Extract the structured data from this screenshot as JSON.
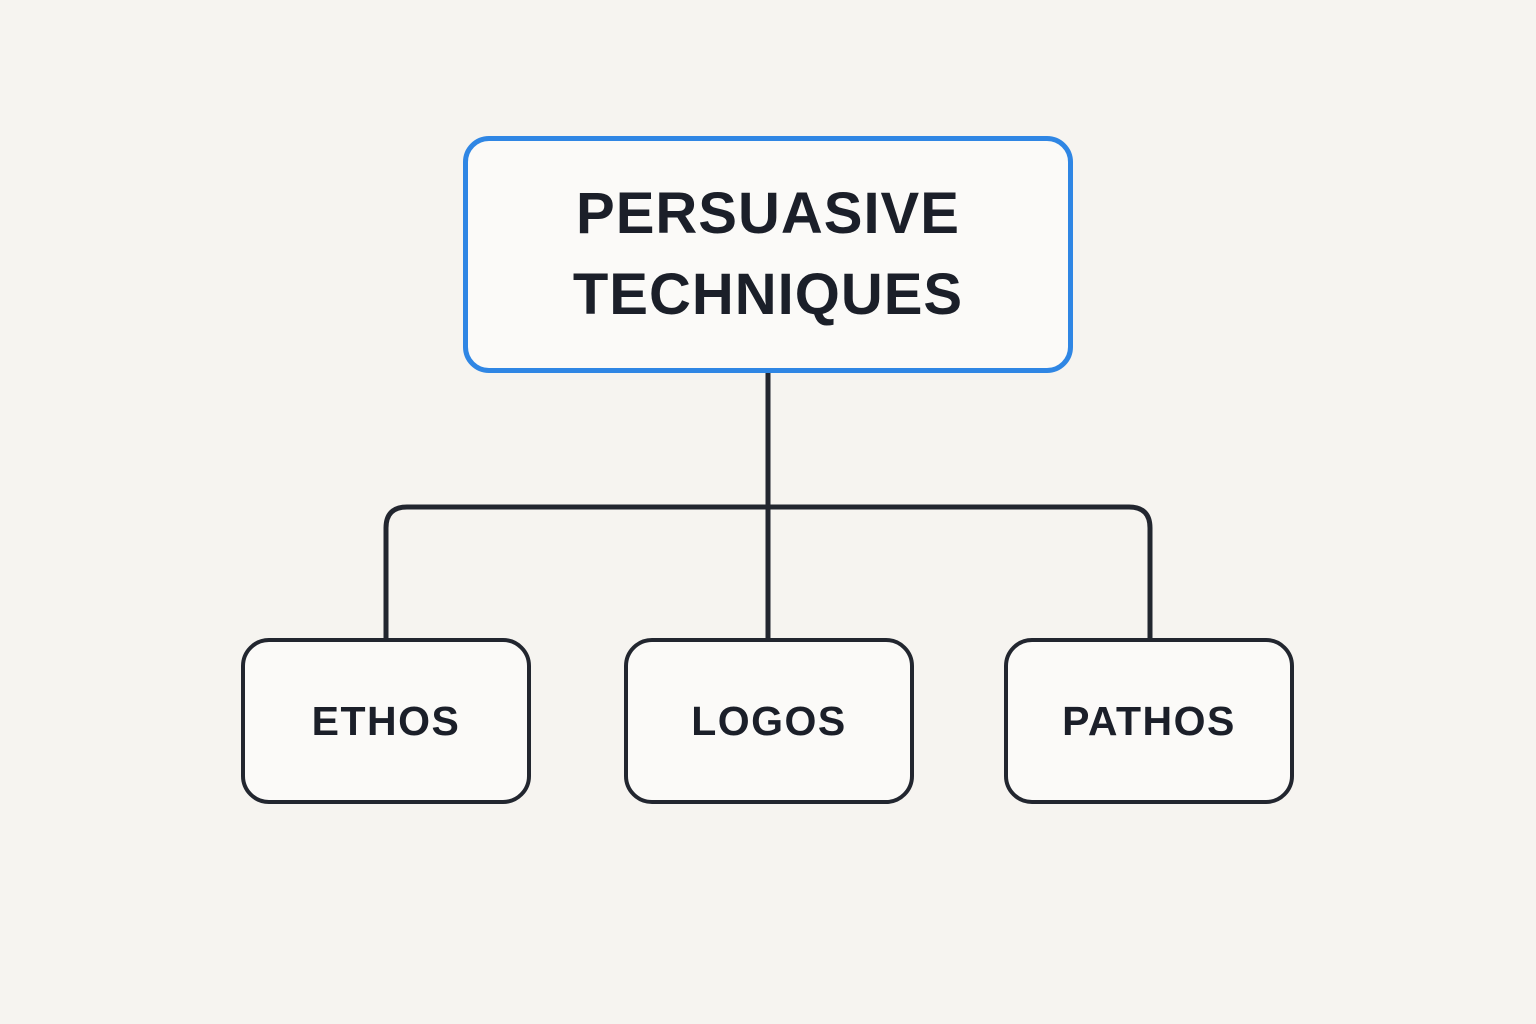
{
  "diagram": {
    "root": {
      "label": "PERSUASIVE TECHNIQUES"
    },
    "children": [
      {
        "label": "ETHOS"
      },
      {
        "label": "LOGOS"
      },
      {
        "label": "PATHOS"
      }
    ]
  },
  "colors": {
    "background": "#f6f4f0",
    "node_fill": "#fbfaf8",
    "root_border": "#2f86e4",
    "child_border": "#22262f",
    "connector": "#22262f",
    "text": "#1b1f29"
  }
}
